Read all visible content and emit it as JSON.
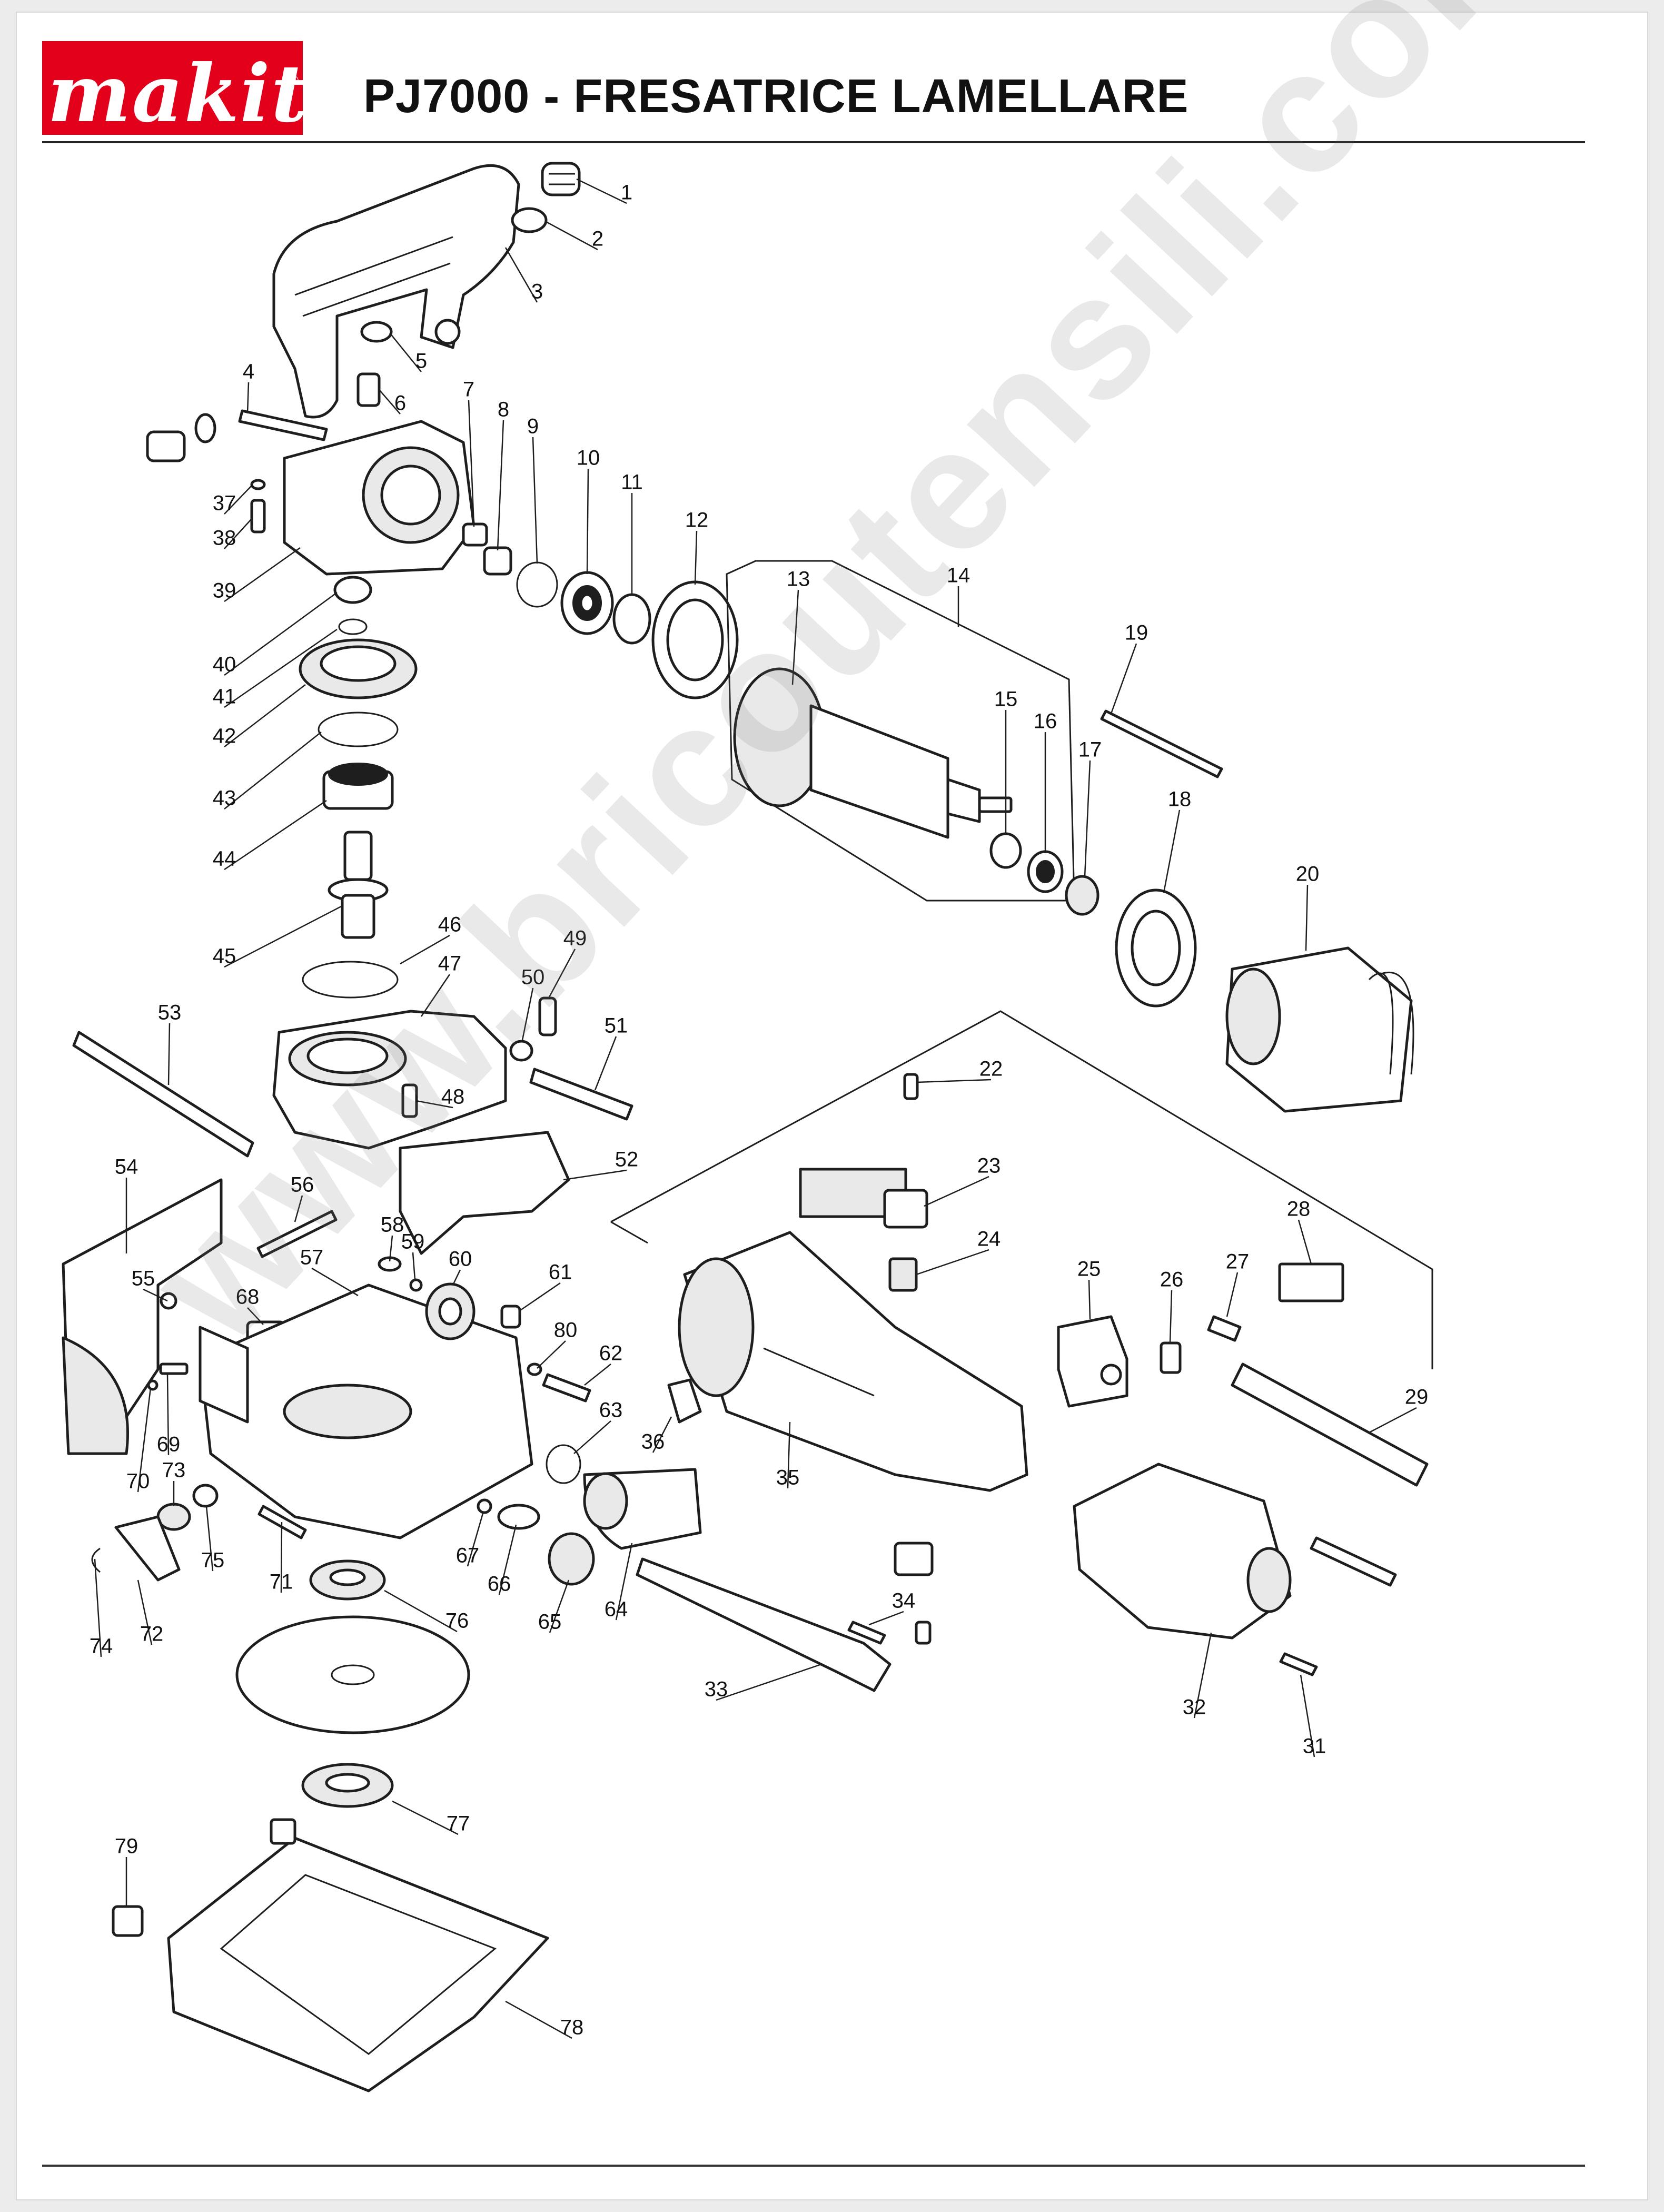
{
  "brand": {
    "logo_text": "makita",
    "logo_mark": "®",
    "color": "#e3001b"
  },
  "title": "PJ7000 - FRESATRICE LAMELLARE",
  "watermark": "www.bricoutensili.com",
  "parts": [
    {
      "id": "part-1",
      "label": "1"
    },
    {
      "id": "part-2",
      "label": "2"
    },
    {
      "id": "part-3",
      "label": "3"
    },
    {
      "id": "part-4",
      "label": "4"
    },
    {
      "id": "part-5",
      "label": "5"
    },
    {
      "id": "part-6",
      "label": "6"
    },
    {
      "id": "part-7",
      "label": "7"
    },
    {
      "id": "part-8",
      "label": "8"
    },
    {
      "id": "part-9",
      "label": "9"
    },
    {
      "id": "part-10",
      "label": "10"
    },
    {
      "id": "part-11",
      "label": "11"
    },
    {
      "id": "part-12",
      "label": "12"
    },
    {
      "id": "part-13",
      "label": "13"
    },
    {
      "id": "part-14",
      "label": "14"
    },
    {
      "id": "part-15",
      "label": "15"
    },
    {
      "id": "part-16",
      "label": "16"
    },
    {
      "id": "part-17",
      "label": "17"
    },
    {
      "id": "part-18",
      "label": "18"
    },
    {
      "id": "part-19",
      "label": "19"
    },
    {
      "id": "part-20",
      "label": "20"
    },
    {
      "id": "part-22",
      "label": "22"
    },
    {
      "id": "part-23",
      "label": "23"
    },
    {
      "id": "part-24",
      "label": "24"
    },
    {
      "id": "part-25",
      "label": "25"
    },
    {
      "id": "part-26",
      "label": "26"
    },
    {
      "id": "part-27",
      "label": "27"
    },
    {
      "id": "part-28",
      "label": "28"
    },
    {
      "id": "part-29",
      "label": "29"
    },
    {
      "id": "part-31",
      "label": "31"
    },
    {
      "id": "part-32",
      "label": "32"
    },
    {
      "id": "part-33",
      "label": "33"
    },
    {
      "id": "part-34",
      "label": "34"
    },
    {
      "id": "part-35",
      "label": "35"
    },
    {
      "id": "part-36",
      "label": "36"
    },
    {
      "id": "part-37",
      "label": "37"
    },
    {
      "id": "part-38",
      "label": "38"
    },
    {
      "id": "part-39",
      "label": "39"
    },
    {
      "id": "part-40",
      "label": "40"
    },
    {
      "id": "part-41",
      "label": "41"
    },
    {
      "id": "part-42",
      "label": "42"
    },
    {
      "id": "part-43",
      "label": "43"
    },
    {
      "id": "part-44",
      "label": "44"
    },
    {
      "id": "part-45",
      "label": "45"
    },
    {
      "id": "part-46",
      "label": "46"
    },
    {
      "id": "part-47",
      "label": "47"
    },
    {
      "id": "part-48",
      "label": "48"
    },
    {
      "id": "part-49",
      "label": "49"
    },
    {
      "id": "part-50",
      "label": "50"
    },
    {
      "id": "part-51",
      "label": "51"
    },
    {
      "id": "part-52",
      "label": "52"
    },
    {
      "id": "part-53",
      "label": "53"
    },
    {
      "id": "part-54",
      "label": "54"
    },
    {
      "id": "part-55",
      "label": "55"
    },
    {
      "id": "part-56",
      "label": "56"
    },
    {
      "id": "part-57",
      "label": "57"
    },
    {
      "id": "part-58",
      "label": "58"
    },
    {
      "id": "part-59",
      "label": "59"
    },
    {
      "id": "part-60",
      "label": "60"
    },
    {
      "id": "part-61",
      "label": "61"
    },
    {
      "id": "part-62",
      "label": "62"
    },
    {
      "id": "part-63",
      "label": "63"
    },
    {
      "id": "part-64",
      "label": "64"
    },
    {
      "id": "part-65",
      "label": "65"
    },
    {
      "id": "part-66",
      "label": "66"
    },
    {
      "id": "part-67",
      "label": "67"
    },
    {
      "id": "part-68",
      "label": "68"
    },
    {
      "id": "part-69",
      "label": "69"
    },
    {
      "id": "part-70",
      "label": "70"
    },
    {
      "id": "part-71",
      "label": "71"
    },
    {
      "id": "part-72",
      "label": "72"
    },
    {
      "id": "part-73",
      "label": "73"
    },
    {
      "id": "part-74",
      "label": "74"
    },
    {
      "id": "part-75",
      "label": "75"
    },
    {
      "id": "part-76",
      "label": "76"
    },
    {
      "id": "part-77",
      "label": "77"
    },
    {
      "id": "part-78",
      "label": "78"
    },
    {
      "id": "part-79",
      "label": "79"
    },
    {
      "id": "part-80",
      "label": "80"
    }
  ]
}
